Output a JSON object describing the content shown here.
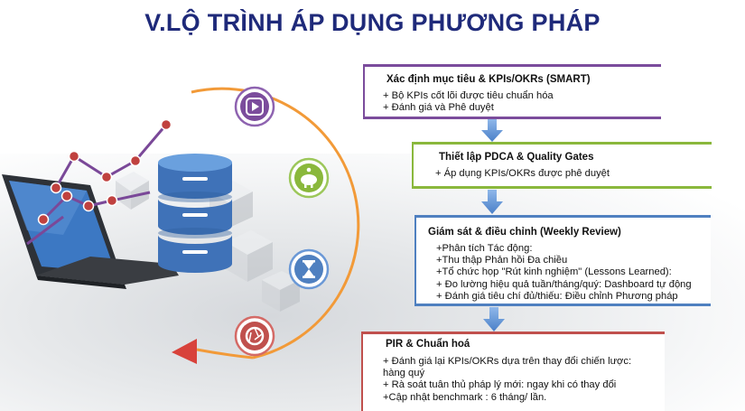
{
  "title": "V.LỘ TRÌNH ÁP DỤNG PHƯƠNG PHÁP",
  "steps": [
    {
      "heading": "Xác định mục tiêu & KPIs/OKRs (SMART)",
      "lines": [
        "+ Bộ KPIs cốt lõi được tiêu chuẩn hóa",
        "+ Đánh giá và Phê duyệt"
      ],
      "color": "#7b4c9c"
    },
    {
      "heading": "Thiết lập PDCA & Quality Gates",
      "lines": [
        "+ Áp dụng KPIs/OKRs được phê duyệt"
      ],
      "color": "#8ab83c"
    },
    {
      "heading": "Giám sát & điều chỉnh (Weekly Review)",
      "lines": [
        "+Phân tích Tác động:",
        "+Thu thập Phản hồi Đa chiều",
        "+Tổ chức họp \"Rút kinh nghiệm\" (Lessons Learned):",
        "+ Đo lường hiệu quả tuần/tháng/quý: Dashboard tự động",
        "+ Đánh giá tiêu chí đủ/thiếu: Điều chỉnh Phương pháp"
      ],
      "color": "#4f80c0"
    },
    {
      "heading": "PIR & Chuẩn hoá",
      "lines": [
        "+ Đánh giá lại KPIs/OKRs dựa trên thay đổi chiến lược:",
        "hàng quý",
        "+ Rà soát tuân thủ pháp lý mới: ngay khi có thay đổi",
        "+Cập nhật benchmark : 6 tháng/ lần."
      ],
      "color": "#c0504d"
    }
  ],
  "icons": [
    "video-play-icon",
    "piggy-bank-icon",
    "hourglass-icon",
    "camera-shutter-icon"
  ],
  "colors": {
    "title": "#1f2a7a",
    "arc": "#f29a38",
    "arrow": "#5b8fd3",
    "database": "#3f72b8",
    "chart_line": "#7a4898",
    "chart_point": "#c0413f"
  }
}
